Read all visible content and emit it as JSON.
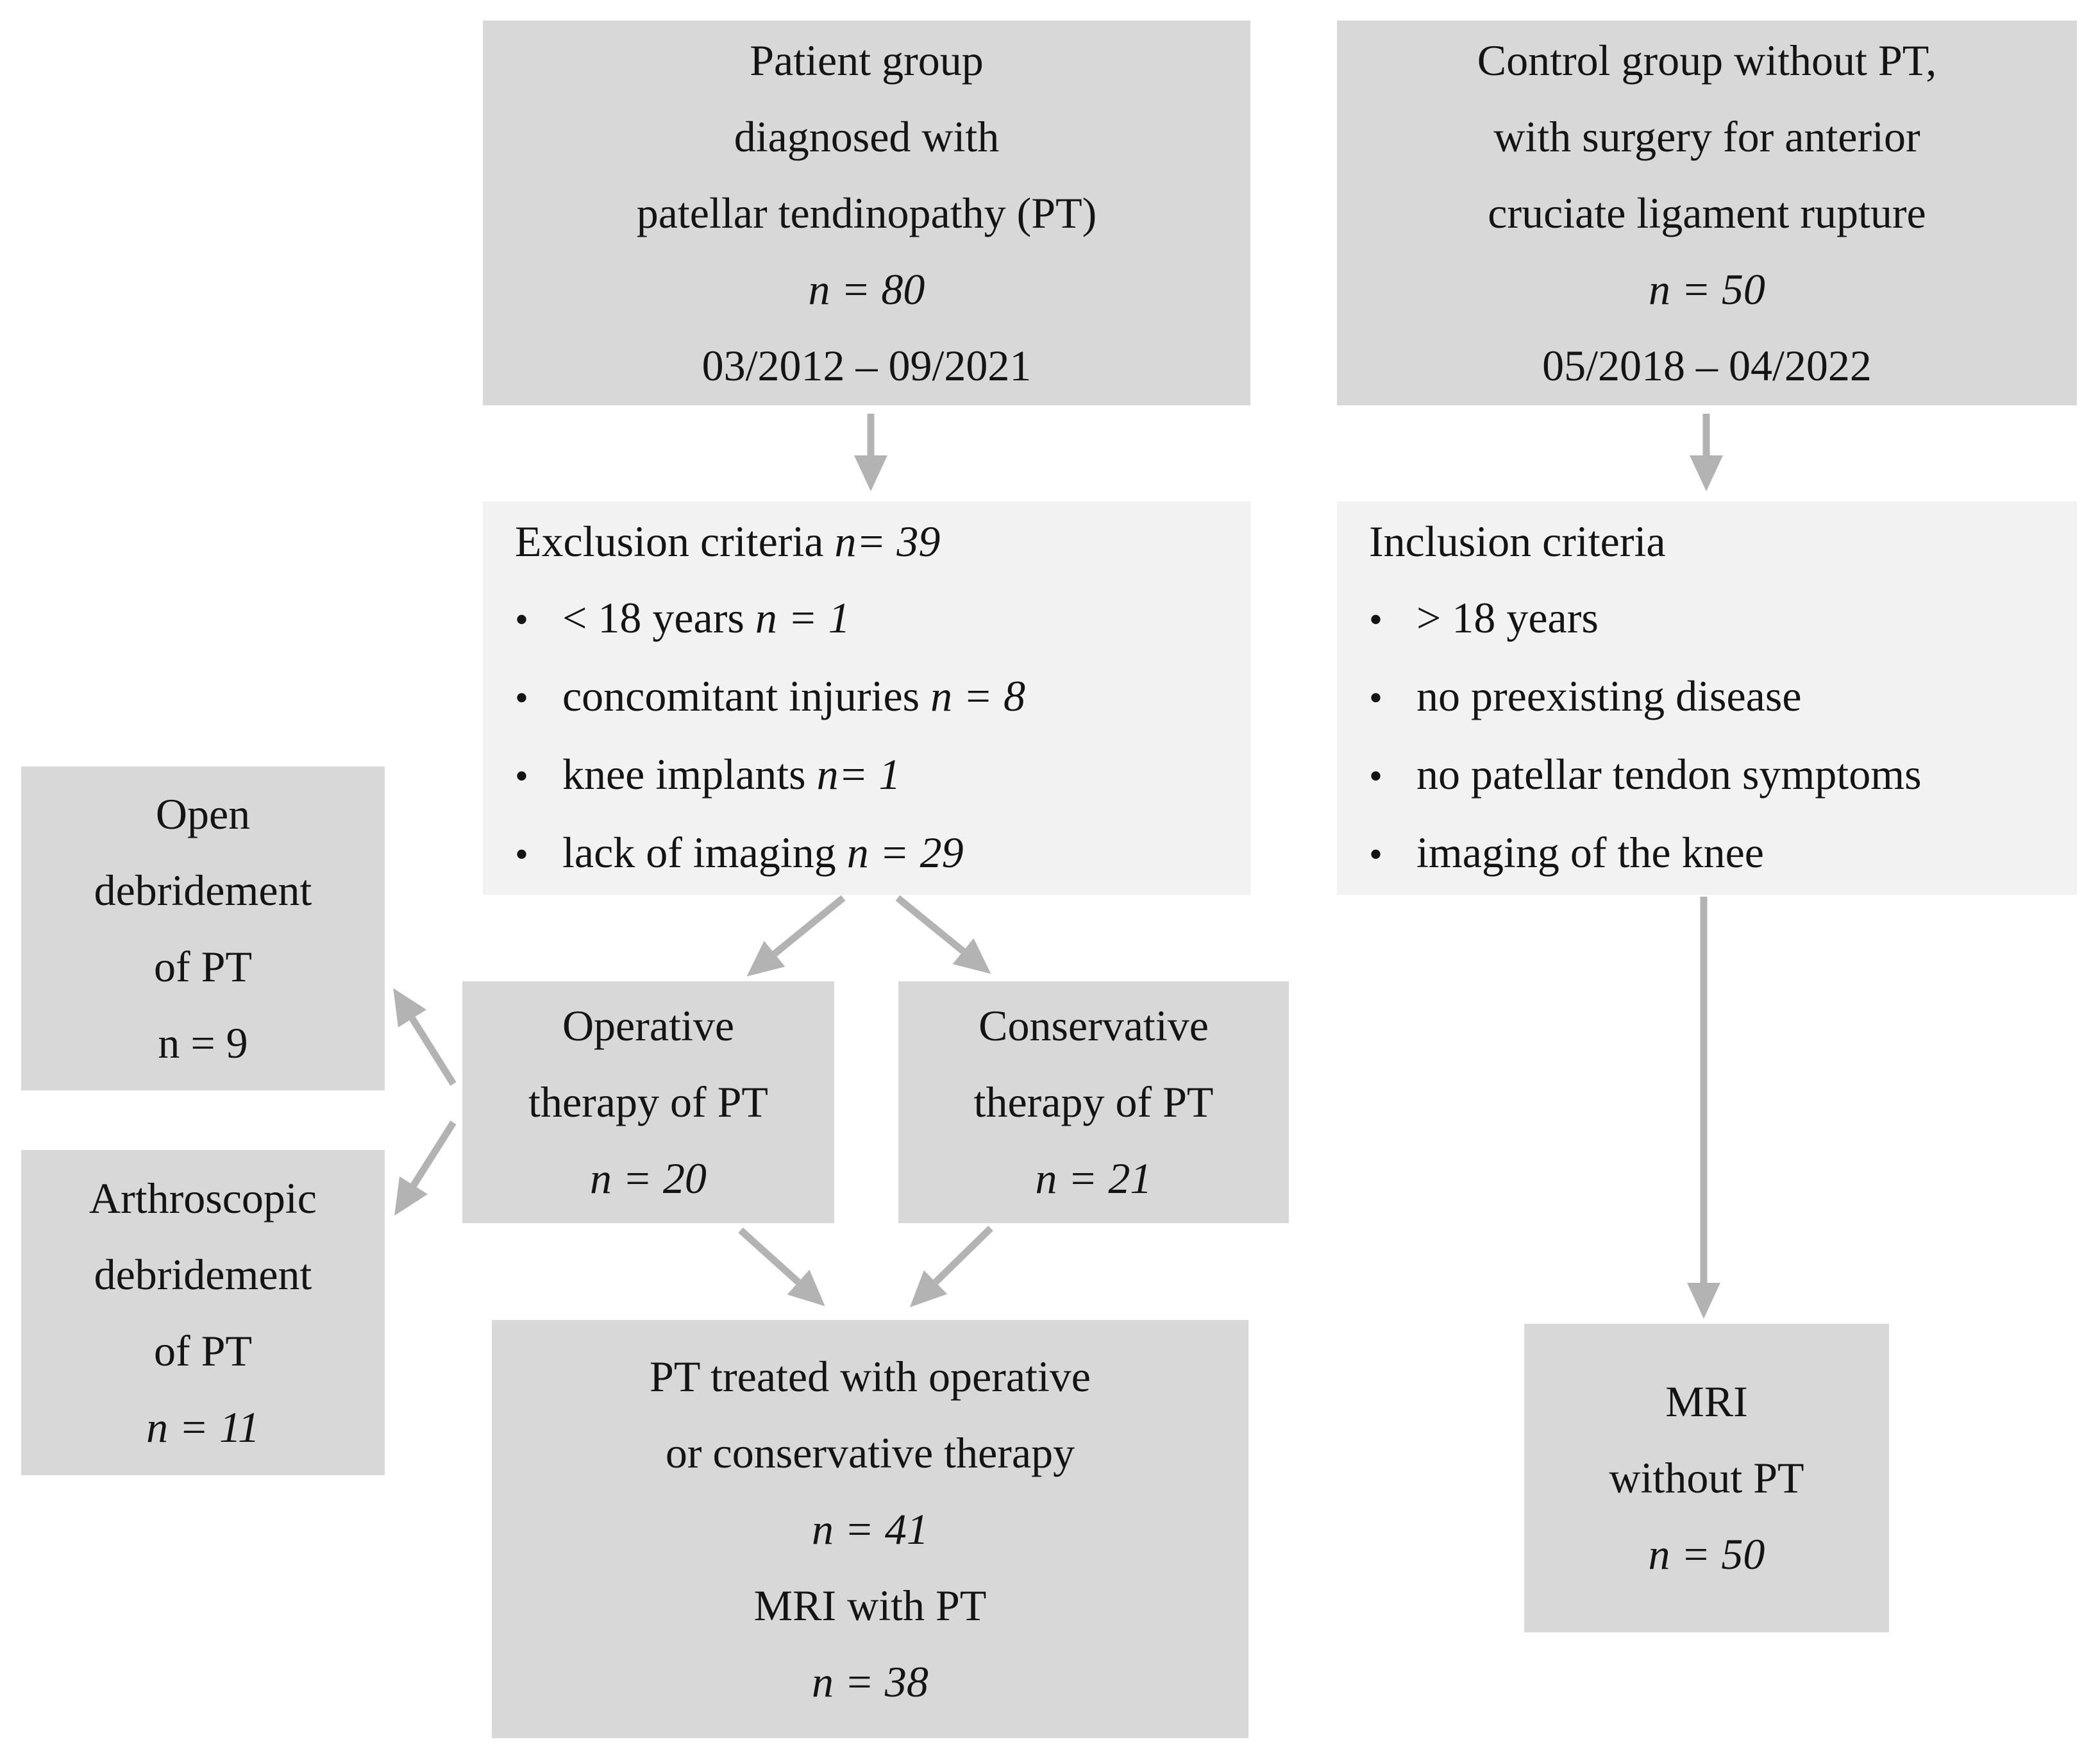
{
  "colors": {
    "box_fill": "#d8d8d8",
    "criteria_fill": "#f2f2f2",
    "arrow": "#b3b3b3",
    "text": "#141414",
    "background": "#ffffff"
  },
  "boxes": {
    "patient_group": {
      "lines": [
        {
          "segments": [
            {
              "t": "Patient group"
            }
          ]
        },
        {
          "segments": [
            {
              "t": "diagnosed with"
            }
          ]
        },
        {
          "segments": [
            {
              "t": "patellar tendinopathy (PT)"
            }
          ]
        },
        {
          "segments": [
            {
              "t": "n = 80",
              "i": true
            }
          ]
        },
        {
          "segments": [
            {
              "t": "03/2012 – 09/2021"
            }
          ]
        }
      ]
    },
    "control_group": {
      "lines": [
        {
          "segments": [
            {
              "t": "Control group without PT,"
            }
          ]
        },
        {
          "segments": [
            {
              "t": "with surgery for anterior"
            }
          ]
        },
        {
          "segments": [
            {
              "t": "cruciate ligament rupture"
            }
          ]
        },
        {
          "segments": [
            {
              "t": "n = 50",
              "i": true
            }
          ]
        },
        {
          "segments": [
            {
              "t": "05/2018 – 04/2022"
            }
          ]
        }
      ]
    },
    "exclusion_criteria": {
      "lines": [
        {
          "segments": [
            {
              "t": "Exclusion criteria "
            },
            {
              "t": "n= 39",
              "i": true
            }
          ]
        },
        {
          "bullet": true,
          "segments": [
            {
              "t": "< 18 years "
            },
            {
              "t": "n = 1",
              "i": true
            }
          ]
        },
        {
          "bullet": true,
          "segments": [
            {
              "t": "concomitant injuries "
            },
            {
              "t": "n = 8",
              "i": true
            }
          ]
        },
        {
          "bullet": true,
          "segments": [
            {
              "t": "knee implants "
            },
            {
              "t": "n= 1",
              "i": true
            }
          ]
        },
        {
          "bullet": true,
          "segments": [
            {
              "t": "lack of imaging "
            },
            {
              "t": "n = 29",
              "i": true
            }
          ]
        }
      ]
    },
    "inclusion_criteria": {
      "lines": [
        {
          "segments": [
            {
              "t": "Inclusion criteria"
            }
          ]
        },
        {
          "bullet": true,
          "segments": [
            {
              "t": "> 18 years"
            }
          ]
        },
        {
          "bullet": true,
          "segments": [
            {
              "t": "no preexisting disease"
            }
          ]
        },
        {
          "bullet": true,
          "segments": [
            {
              "t": "no patellar tendon symptoms"
            }
          ]
        },
        {
          "bullet": true,
          "segments": [
            {
              "t": "imaging of the knee"
            }
          ]
        }
      ]
    },
    "open_debridement": {
      "lines": [
        {
          "segments": [
            {
              "t": "Open"
            }
          ]
        },
        {
          "segments": [
            {
              "t": "debridement"
            }
          ]
        },
        {
          "segments": [
            {
              "t": "of PT"
            }
          ]
        },
        {
          "segments": [
            {
              "t": "n = 9"
            }
          ]
        }
      ]
    },
    "arthroscopic_debridement": {
      "lines": [
        {
          "segments": [
            {
              "t": "Arthroscopic"
            }
          ]
        },
        {
          "segments": [
            {
              "t": "debridement"
            }
          ]
        },
        {
          "segments": [
            {
              "t": "of PT"
            }
          ]
        },
        {
          "segments": [
            {
              "t": "n = 11",
              "i": true
            }
          ]
        }
      ]
    },
    "operative_therapy": {
      "lines": [
        {
          "segments": [
            {
              "t": "Operative"
            }
          ]
        },
        {
          "segments": [
            {
              "t": "therapy of PT"
            }
          ]
        },
        {
          "segments": [
            {
              "t": "n = 20",
              "i": true
            }
          ]
        }
      ]
    },
    "conservative_therapy": {
      "lines": [
        {
          "segments": [
            {
              "t": "Conservative"
            }
          ]
        },
        {
          "segments": [
            {
              "t": "therapy of PT"
            }
          ]
        },
        {
          "segments": [
            {
              "t": "n = 21",
              "i": true
            }
          ]
        }
      ]
    },
    "pt_treated": {
      "lines": [
        {
          "segments": [
            {
              "t": "PT treated with operative"
            }
          ]
        },
        {
          "segments": [
            {
              "t": "or conservative therapy"
            }
          ]
        },
        {
          "segments": [
            {
              "t": "n = 41",
              "i": true
            }
          ]
        },
        {
          "segments": [
            {
              "t": "MRI with PT"
            }
          ]
        },
        {
          "segments": [
            {
              "t": "n = 38",
              "i": true
            }
          ]
        }
      ]
    },
    "mri_without_pt": {
      "lines": [
        {
          "segments": [
            {
              "t": "MRI"
            }
          ]
        },
        {
          "segments": [
            {
              "t": "without PT"
            }
          ]
        },
        {
          "segments": [
            {
              "t": "n = 50",
              "i": true
            }
          ]
        }
      ]
    }
  },
  "connections": [
    {
      "from": "patient_group",
      "to": "exclusion_criteria"
    },
    {
      "from": "control_group",
      "to": "inclusion_criteria"
    },
    {
      "from": "exclusion_criteria",
      "to": "operative_therapy"
    },
    {
      "from": "exclusion_criteria",
      "to": "conservative_therapy"
    },
    {
      "from": "operative_therapy",
      "to": "open_debridement"
    },
    {
      "from": "operative_therapy",
      "to": "arthroscopic_debridement"
    },
    {
      "from": "operative_therapy",
      "to": "pt_treated"
    },
    {
      "from": "conservative_therapy",
      "to": "pt_treated"
    },
    {
      "from": "inclusion_criteria",
      "to": "mri_without_pt"
    }
  ]
}
